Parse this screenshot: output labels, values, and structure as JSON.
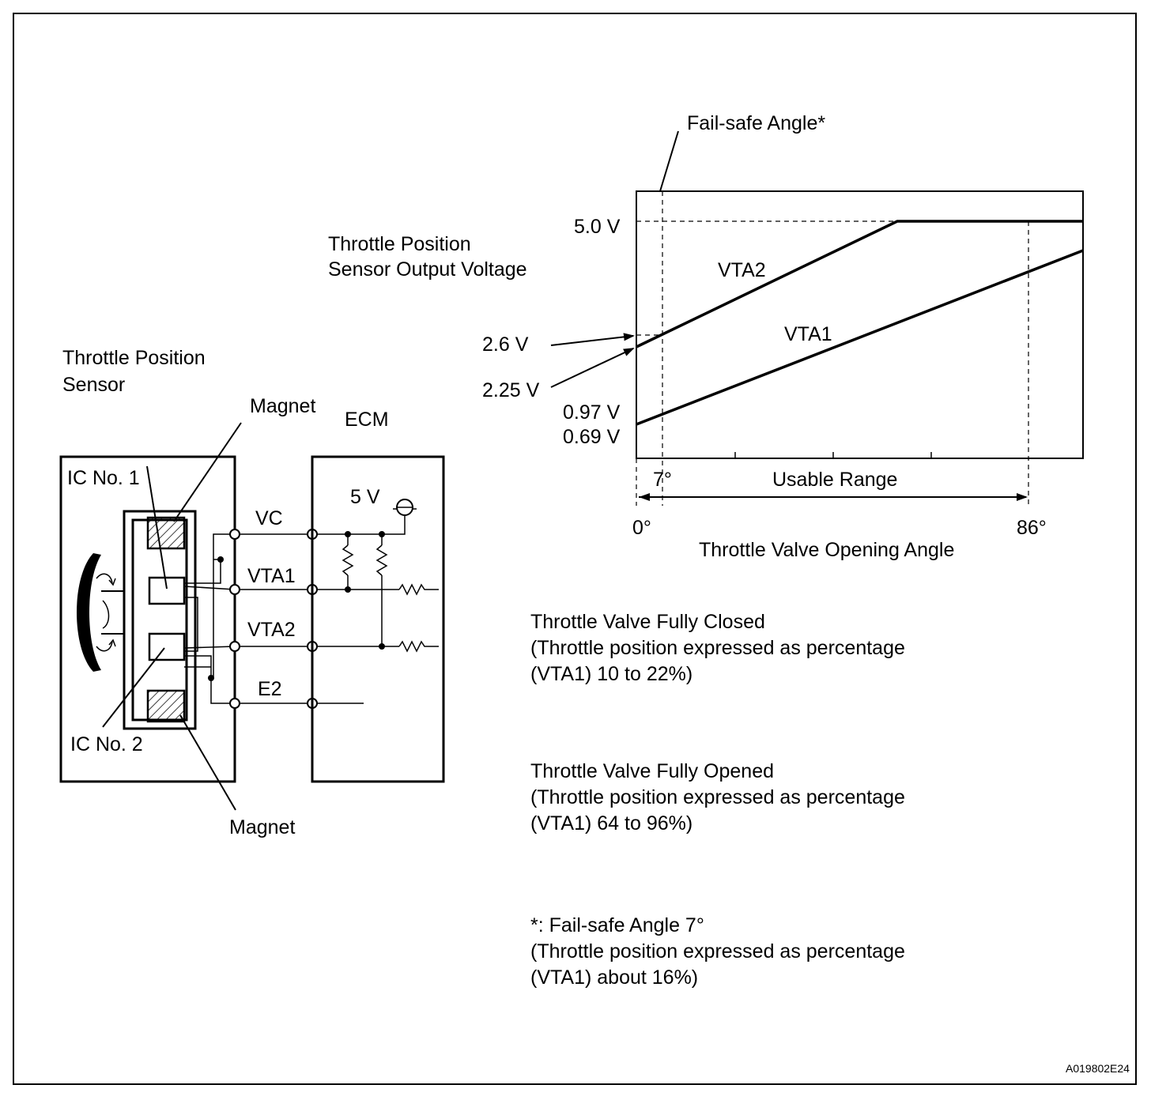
{
  "sensor": {
    "title_line1": "Throttle Position",
    "title_line2": "Sensor",
    "magnet_top": "Magnet",
    "magnet_bottom": "Magnet",
    "ic1": "IC No. 1",
    "ic2": "IC No. 2"
  },
  "ecm": {
    "label": "ECM",
    "supply": "5 V"
  },
  "terminals": [
    "VC",
    "VTA1",
    "VTA2",
    "E2"
  ],
  "graph": {
    "ylabel_line1": "Throttle Position",
    "ylabel_line2": "Sensor Output Voltage",
    "xlabel": "Throttle Valve Opening Angle",
    "failsafe_label": "Fail-safe Angle*",
    "usable_range": "Usable Range",
    "tick_0": "0°",
    "tick_7": "7°",
    "tick_86": "86°",
    "v50": "5.0 V",
    "v26": "2.6 V",
    "v225": "2.25 V",
    "v097": "0.97 V",
    "v069": "0.69 V",
    "vta1": "VTA1",
    "vta2": "VTA2"
  },
  "notes": {
    "closed_line1": "Throttle Valve Fully Closed",
    "closed_line2": "(Throttle position expressed as percentage",
    "closed_line3": "(VTA1) 10 to 22%)",
    "opened_line1": "Throttle Valve Fully Opened",
    "opened_line2": "(Throttle position expressed as percentage",
    "opened_line3": "(VTA1) 64 to 96%)",
    "failsafe_line1": "*: Fail-safe Angle 7°",
    "failsafe_line2": "(Throttle position expressed as percentage",
    "failsafe_line3": "(VTA1) about 16%)"
  },
  "figure_id": "A019802E24"
}
